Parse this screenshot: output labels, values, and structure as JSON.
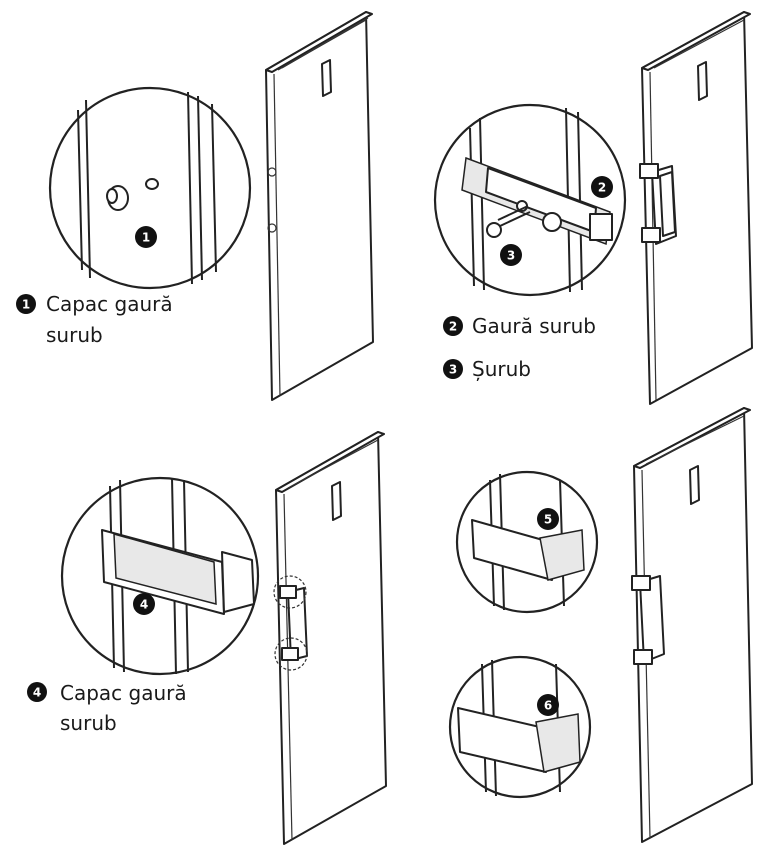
{
  "steps": [
    {
      "number": "1",
      "text_line1": "Capac gaură",
      "text_line2": "surub"
    },
    {
      "number": "2",
      "text_line1": "Gaură surub"
    },
    {
      "number": "3",
      "text_line1": "Șurub"
    },
    {
      "number": "4",
      "text_line1": "Capac gaură",
      "text_line2": "surub"
    },
    {
      "number": "5"
    },
    {
      "number": "6"
    }
  ]
}
